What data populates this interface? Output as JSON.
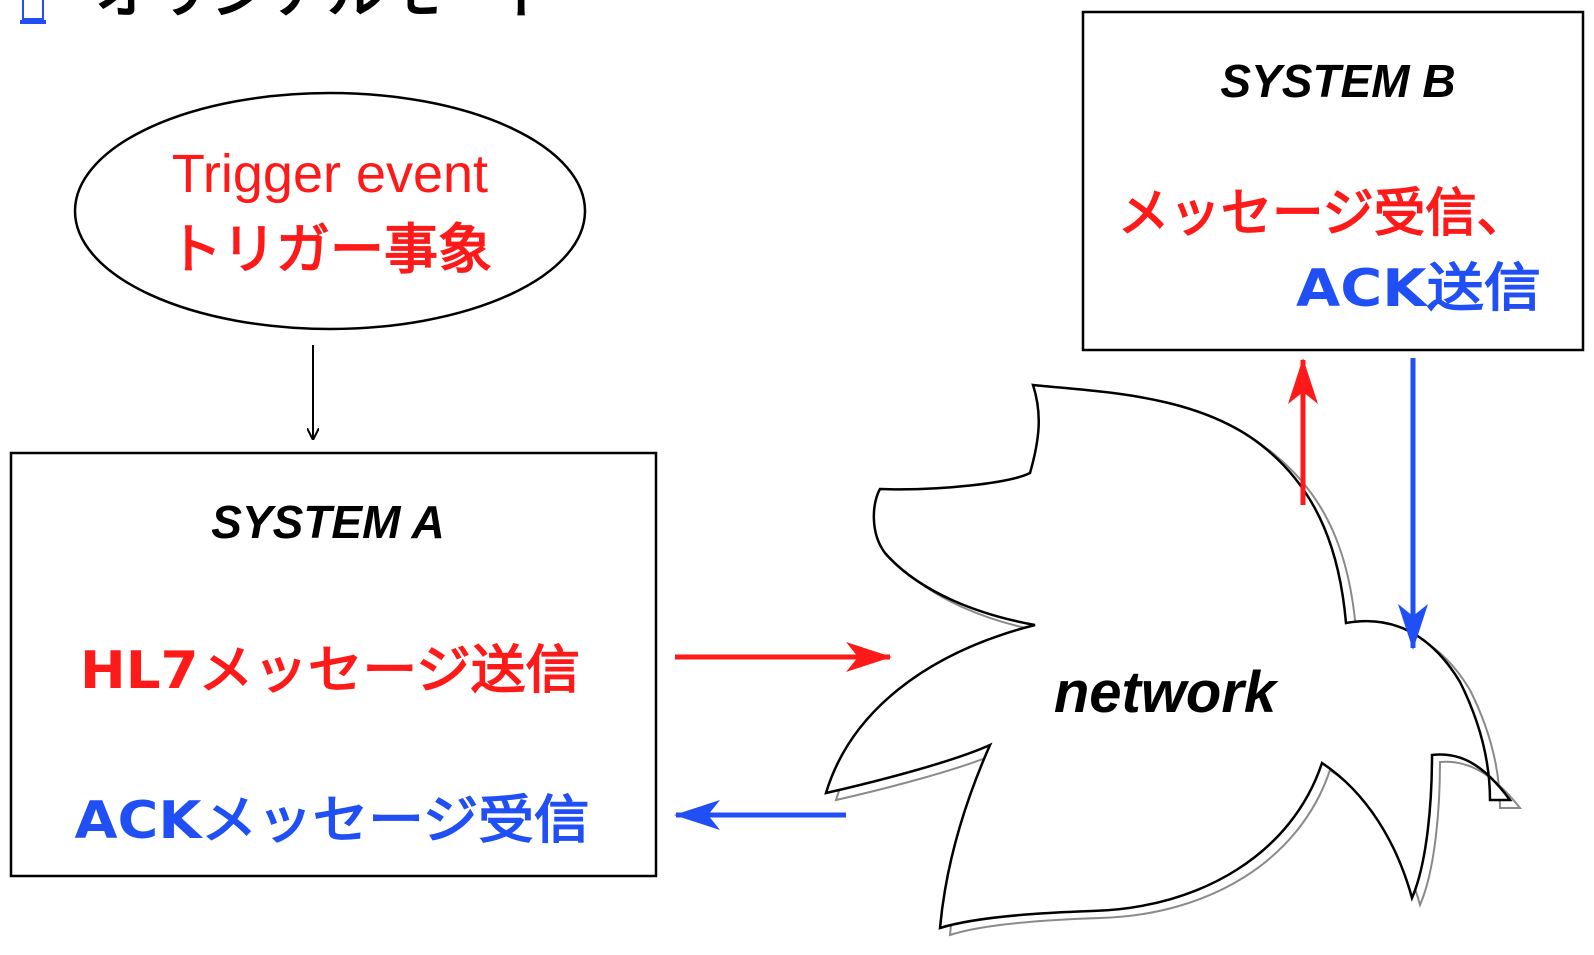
{
  "header": {
    "partial_title": "オリジナルモード"
  },
  "trigger": {
    "line1": "Trigger event",
    "line2": "トリガー事象"
  },
  "system_a": {
    "title": "SYSTEM A",
    "send_label": "HL7メッセージ送信",
    "ack_label": "ACKメッセージ受信"
  },
  "system_b": {
    "title": "SYSTEM B",
    "receive_label": "メッセージ受信、",
    "ack_label": "ACK送信"
  },
  "network": {
    "label": "network"
  },
  "colors": {
    "send": "#ff1a1a",
    "ack": "#1f4ff5",
    "outline": "#000000",
    "shadow": "#8a8a8a",
    "header_accent": "#1f4ff5"
  }
}
